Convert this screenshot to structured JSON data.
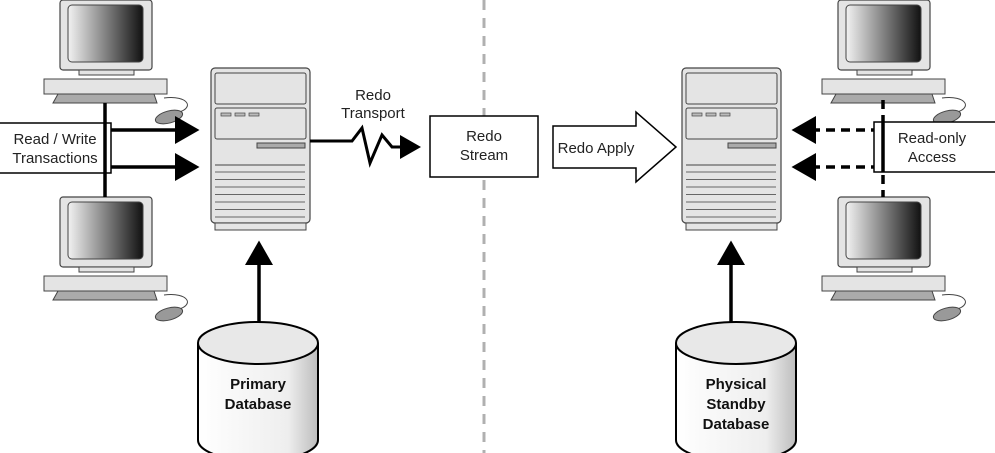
{
  "primary_side": {
    "clients_label": [
      "Read / Write",
      "Transactions"
    ],
    "transport_label": [
      "Redo",
      "Transport"
    ],
    "database_label": [
      "Primary",
      "Database"
    ]
  },
  "redo_stream_label": [
    "Redo",
    "Stream"
  ],
  "standby_side": {
    "apply_label": "Redo Apply",
    "clients_label": [
      "Read-only",
      "Access"
    ],
    "database_label": [
      "Physical",
      "Standby",
      "Database"
    ]
  },
  "colors": {
    "line": "#000000",
    "device_fill": "#e4e4e4",
    "divider": "#b0b0b0"
  }
}
